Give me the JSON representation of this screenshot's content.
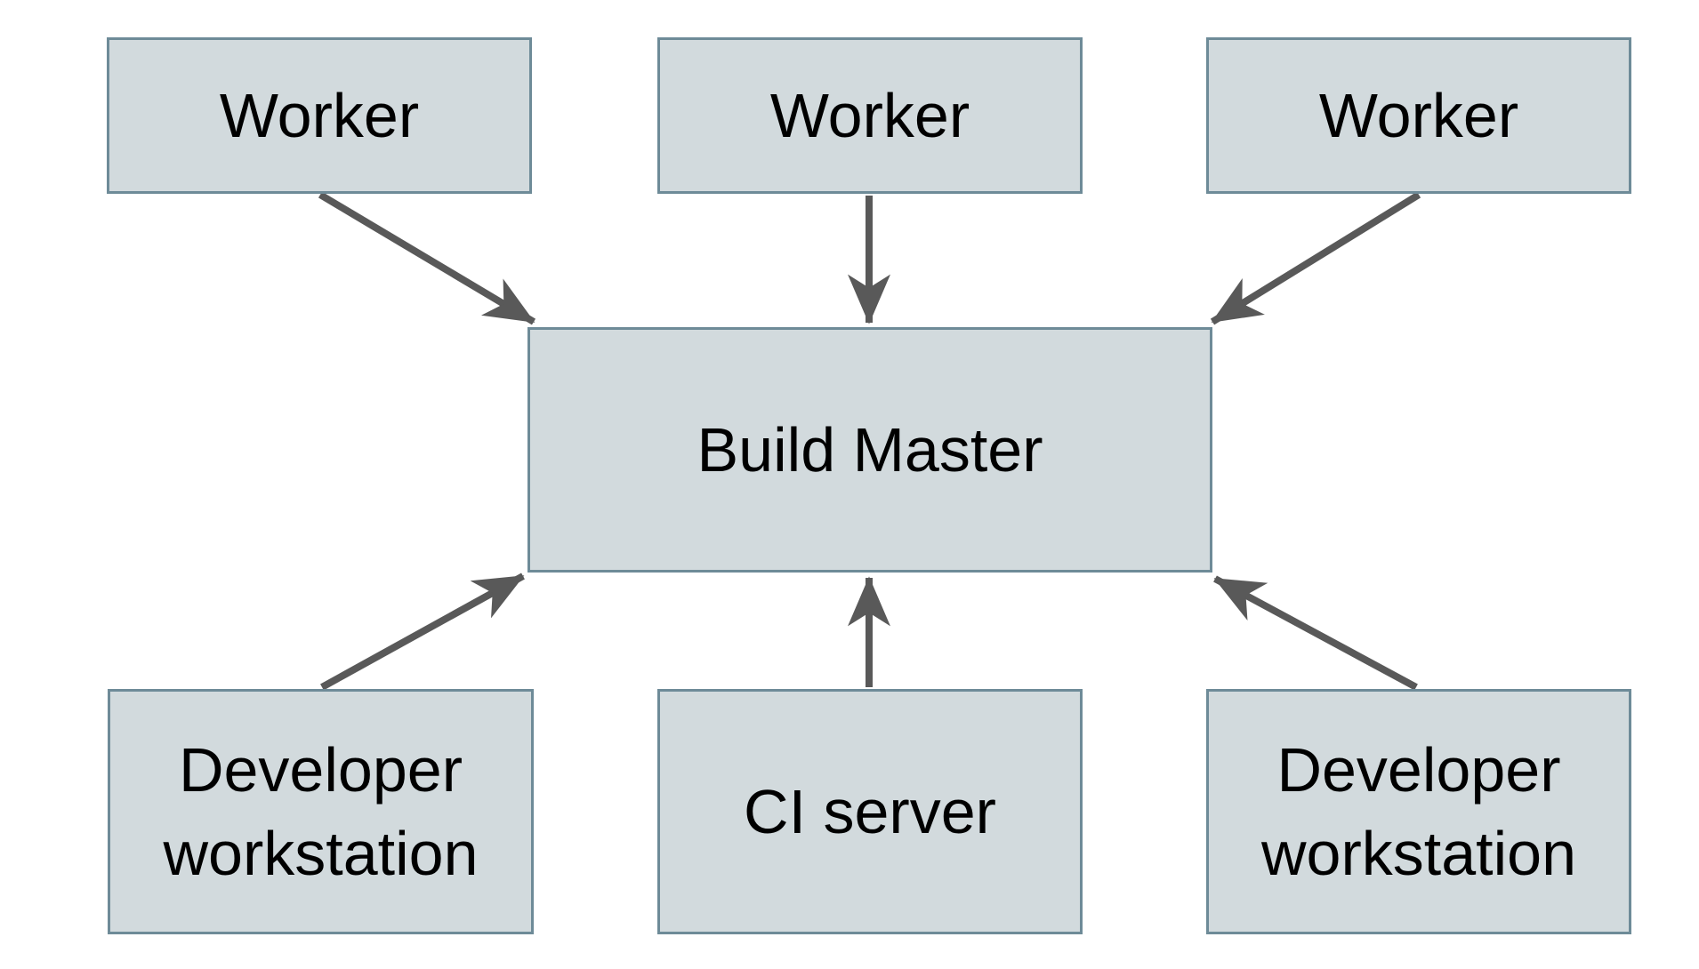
{
  "diagram": {
    "background_color": "#ffffff",
    "node_fill_color": "#d2dadd",
    "node_border_color": "#6e8b98",
    "arrow_color": "#595959",
    "text_color": "#000000",
    "nodes": [
      {
        "id": "worker-1",
        "label": "Worker"
      },
      {
        "id": "worker-2",
        "label": "Worker"
      },
      {
        "id": "worker-3",
        "label": "Worker"
      },
      {
        "id": "build-master",
        "label": "Build Master"
      },
      {
        "id": "developer-workstation-1",
        "label": "Developer workstation"
      },
      {
        "id": "ci-server",
        "label": "CI server"
      },
      {
        "id": "developer-workstation-2",
        "label": "Developer workstation"
      }
    ],
    "edges": [
      {
        "from": "worker-1",
        "to": "build-master"
      },
      {
        "from": "worker-2",
        "to": "build-master"
      },
      {
        "from": "worker-3",
        "to": "build-master"
      },
      {
        "from": "developer-workstation-1",
        "to": "build-master"
      },
      {
        "from": "ci-server",
        "to": "build-master"
      },
      {
        "from": "developer-workstation-2",
        "to": "build-master"
      }
    ]
  }
}
